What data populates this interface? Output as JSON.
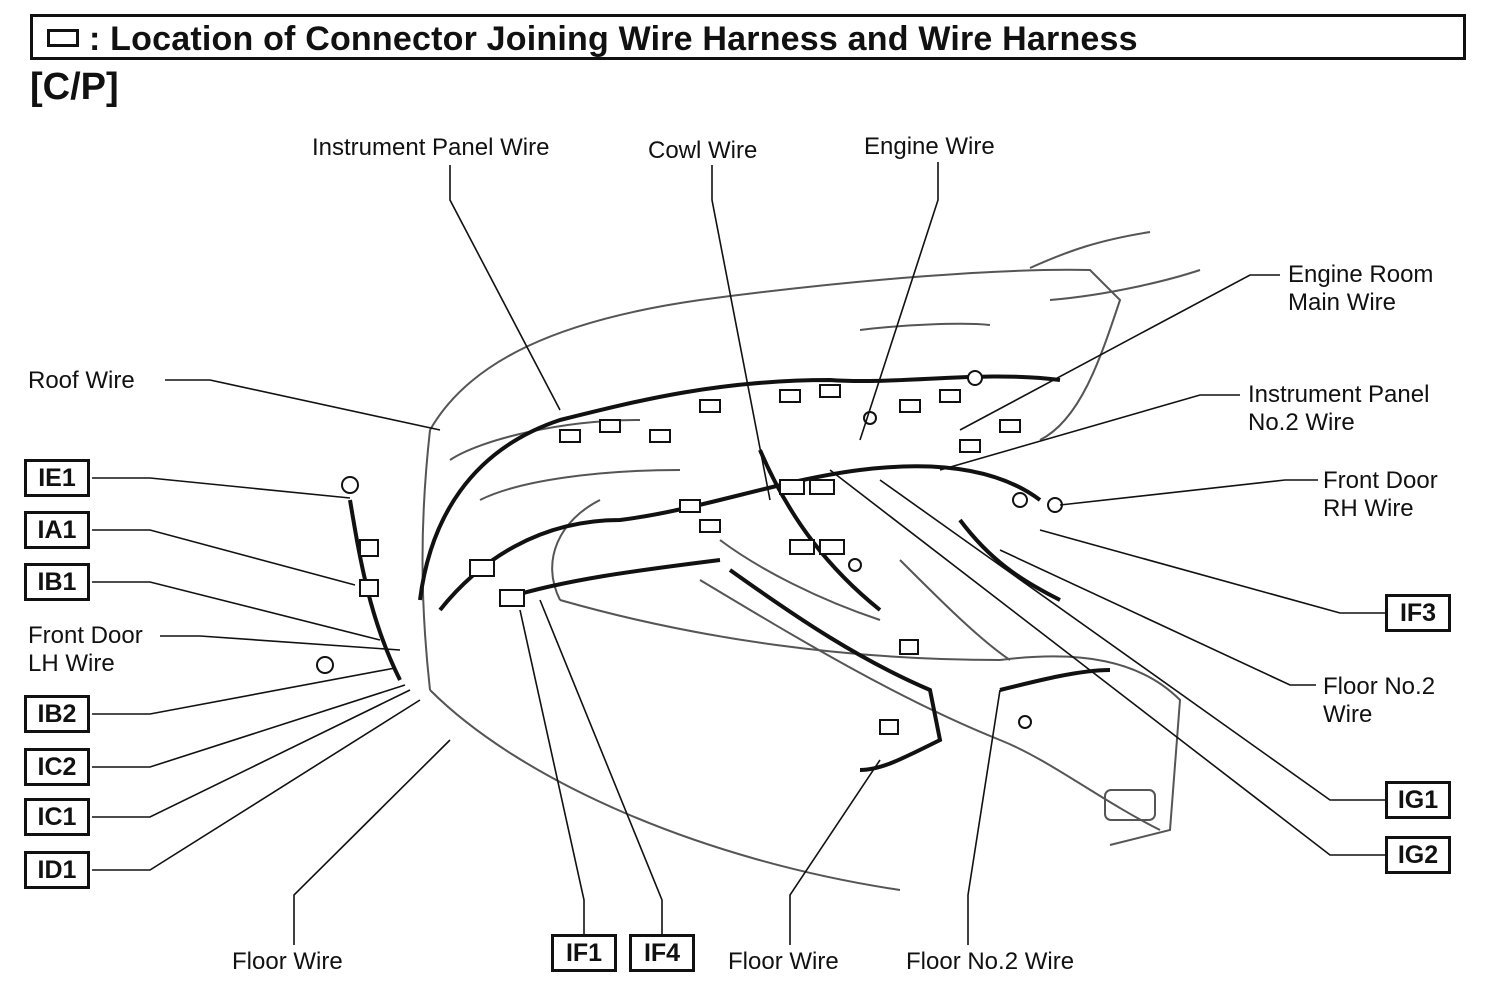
{
  "title": ": Location of Connector Joining Wire Harness and Wire Harness",
  "section_label": "[C/P]",
  "wire_labels": {
    "instrument_panel_wire": "Instrument Panel Wire",
    "cowl_wire": "Cowl Wire",
    "engine_wire": "Engine Wire",
    "engine_room_main_wire_line1": "Engine Room",
    "engine_room_main_wire_line2": "Main Wire",
    "instrument_panel_no2_wire_line1": "Instrument Panel",
    "instrument_panel_no2_wire_line2": "No.2 Wire",
    "front_door_rh_wire_line1": "Front Door",
    "front_door_rh_wire_line2": "RH Wire",
    "floor_no2_wire_right_line1": "Floor No.2",
    "floor_no2_wire_right_line2": "Wire",
    "roof_wire": "Roof Wire",
    "front_door_lh_wire_line1": "Front Door",
    "front_door_lh_wire_line2": "LH Wire",
    "floor_wire_left": "Floor Wire",
    "floor_wire_center": "Floor Wire",
    "floor_no2_wire_bottom": "Floor No.2 Wire"
  },
  "connector_codes": {
    "ie1": "IE1",
    "ia1": "IA1",
    "ib1": "IB1",
    "ib2": "IB2",
    "ic2": "IC2",
    "ic1": "IC1",
    "id1": "ID1",
    "if1": "IF1",
    "if4": "IF4",
    "if3": "IF3",
    "ig1": "IG1",
    "ig2": "IG2"
  },
  "colors": {
    "ink": "#111111",
    "drawing": "#555555",
    "background": "#ffffff"
  }
}
